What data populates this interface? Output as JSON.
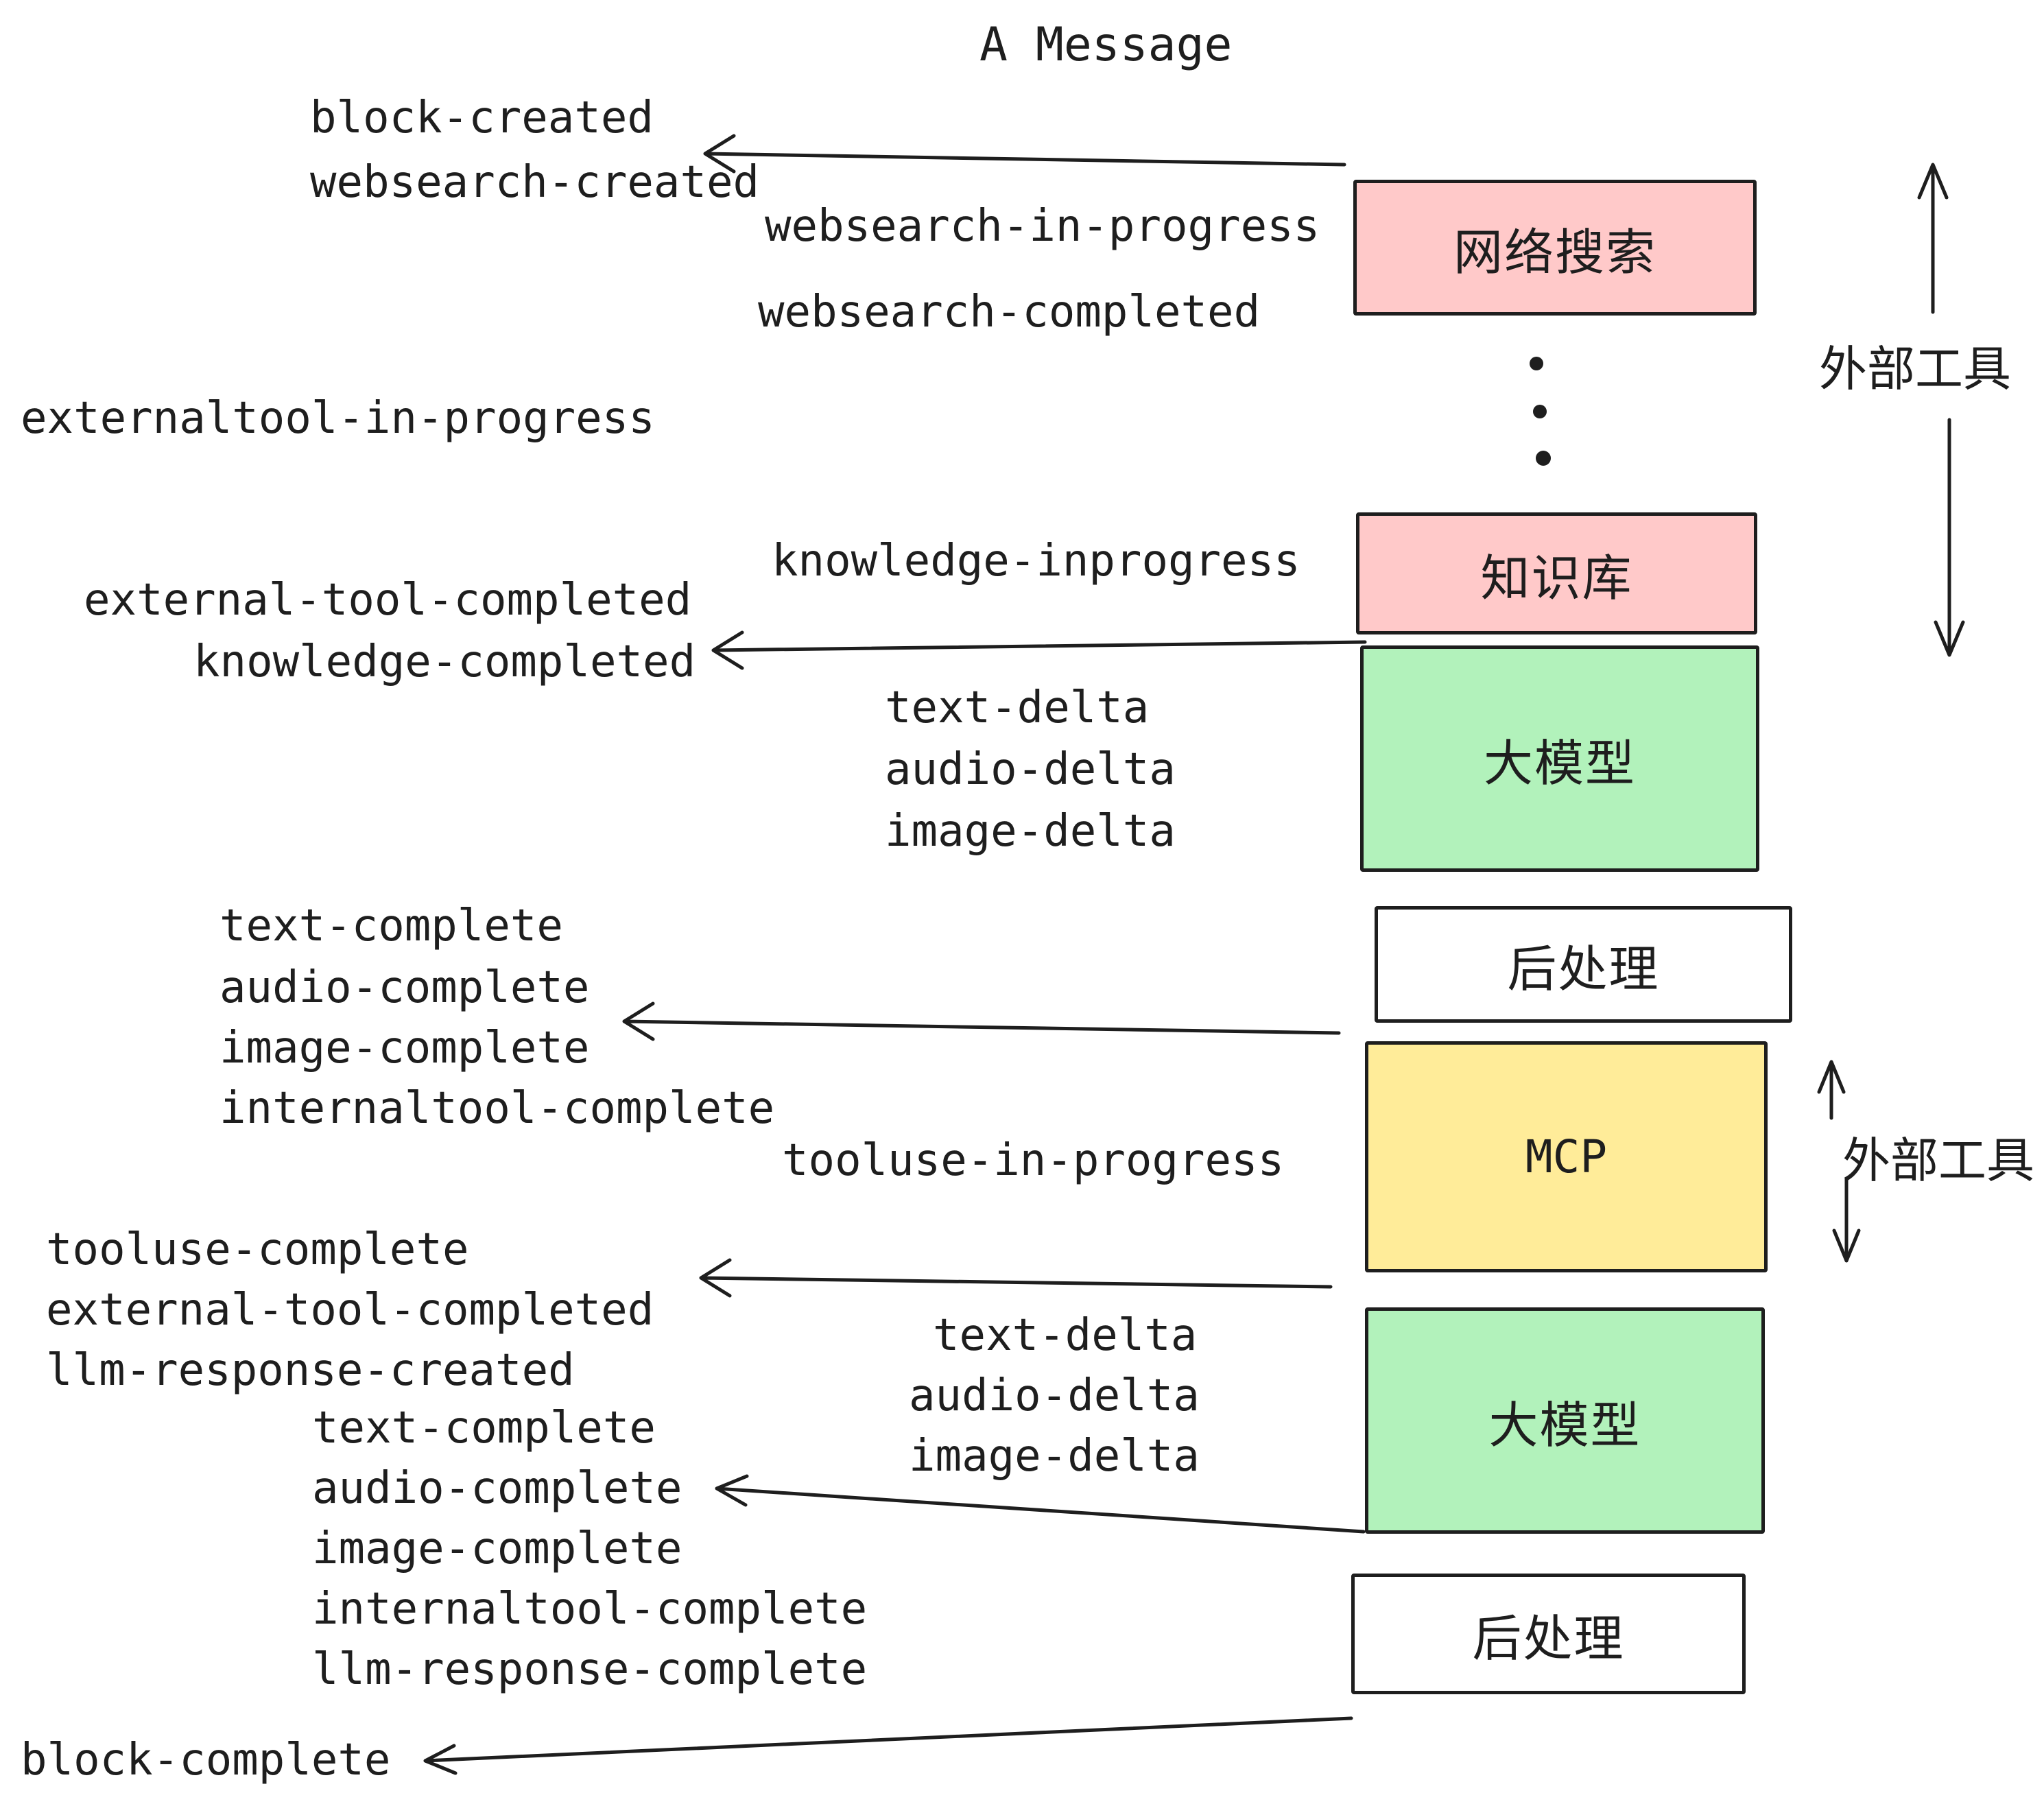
{
  "title": "A Message",
  "colors": {
    "box_pink": "#ffc9c9",
    "box_green": "#b2f2bb",
    "box_yellow": "#ffec99",
    "box_white": "#ffffff",
    "stroke": "#1e1e1e"
  },
  "boxes": [
    {
      "label": "网络搜索",
      "type": "pink"
    },
    {
      "label": "知识库",
      "type": "pink"
    },
    {
      "label": "大模型",
      "type": "green"
    },
    {
      "label": "后处理",
      "type": "white"
    },
    {
      "label": "MCP",
      "type": "yellow"
    },
    {
      "label": "大模型",
      "type": "green"
    },
    {
      "label": "后处理",
      "type": "white"
    }
  ],
  "side_labels": [
    {
      "label": "外部工具"
    },
    {
      "label": "外部工具"
    }
  ],
  "event_labels": [
    {
      "text": "block-created"
    },
    {
      "text": "websearch-created"
    },
    {
      "text": "websearch-in-progress"
    },
    {
      "text": "websearch-completed"
    },
    {
      "text": "externaltool-in-progress"
    },
    {
      "text": "knowledge-inprogress"
    },
    {
      "text": "external-tool-completed"
    },
    {
      "text": "knowledge-completed"
    },
    {
      "text": "text-delta"
    },
    {
      "text": "audio-delta"
    },
    {
      "text": "image-delta"
    },
    {
      "text": "text-complete"
    },
    {
      "text": "audio-complete"
    },
    {
      "text": "image-complete"
    },
    {
      "text": "internaltool-complete"
    },
    {
      "text": "tooluse-in-progress"
    },
    {
      "text": "tooluse-complete"
    },
    {
      "text": "external-tool-completed"
    },
    {
      "text": "llm-response-created"
    },
    {
      "text": "text-delta"
    },
    {
      "text": "audio-delta"
    },
    {
      "text": "image-delta"
    },
    {
      "text": "text-complete"
    },
    {
      "text": "audio-complete"
    },
    {
      "text": "image-complete"
    },
    {
      "text": "internaltool-complete"
    },
    {
      "text": "llm-response-complete"
    },
    {
      "text": "block-complete"
    }
  ]
}
